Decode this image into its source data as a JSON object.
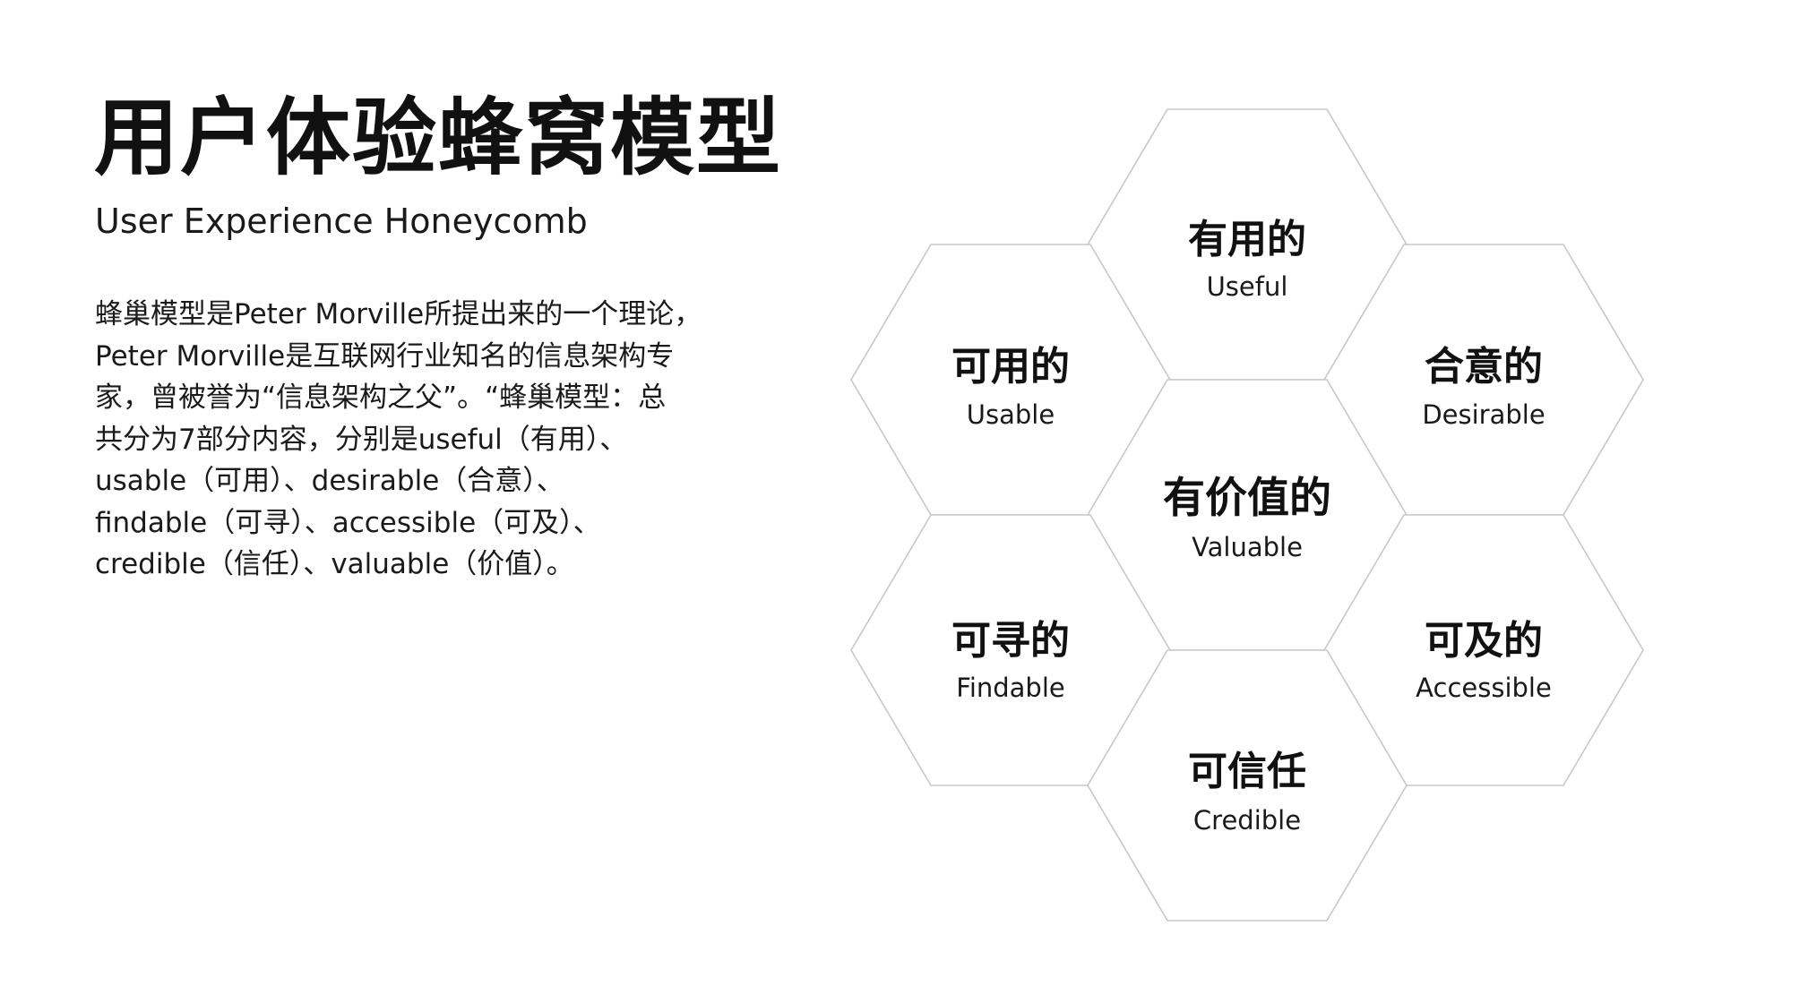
{
  "header": {
    "title": "用户体验蜂窝模型",
    "subtitle": "User Experience Honeycomb"
  },
  "description": {
    "lines": [
      "蜂巢模型是Peter Morville所提出来的一个理论，",
      "Peter Morville是互联网行业知名的信息架构专",
      "家，曾被誉为“信息架构之父”。“蜂巢模型：总",
      "共分为7部分内容，分别是useful（有用）、",
      "usable（可用）、desirable（合意）、",
      "findable（可寻）、accessible（可及）、",
      "credible（信任）、valuable（价值）。"
    ]
  },
  "honeycomb": {
    "cells": [
      {
        "id": "useful",
        "zh": "有用的",
        "en": "Useful"
      },
      {
        "id": "usable",
        "zh": "可用的",
        "en": "Usable"
      },
      {
        "id": "desirable",
        "zh": "合意的",
        "en": "Desirable"
      },
      {
        "id": "valuable",
        "zh": "有价值的",
        "en": "Valuable"
      },
      {
        "id": "findable",
        "zh": "可寻的",
        "en": "Findable"
      },
      {
        "id": "accessible",
        "zh": "可及的",
        "en": "Accessible"
      },
      {
        "id": "credible",
        "zh": "可信任",
        "en": "Credible"
      }
    ]
  },
  "colors": {
    "background": "#ffffff",
    "text": "#111111",
    "hex_stroke": "#c8c8c8"
  }
}
